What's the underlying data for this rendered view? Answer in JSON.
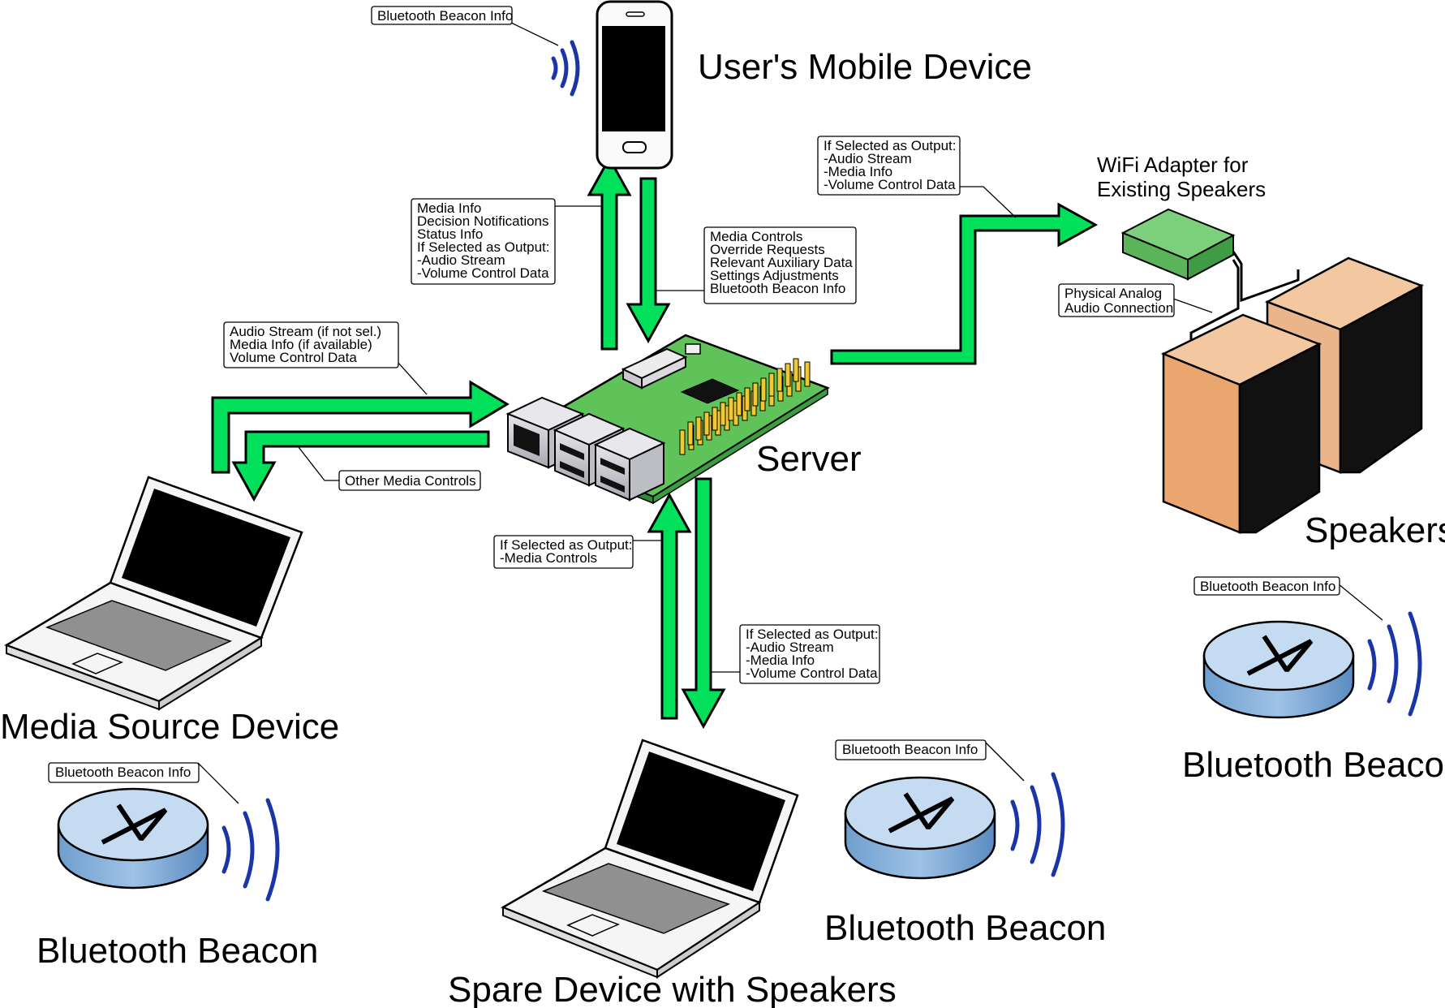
{
  "labels": {
    "mobile": "User's Mobile Device",
    "server": "Server",
    "wifi_adapter_line1": "WiFi Adapter for",
    "wifi_adapter_line2": "Existing Speakers",
    "speakers": "Speakers",
    "media_source": "Media Source Device",
    "spare_device": "Spare Device with Speakers",
    "beacon_left": "Bluetooth Beacon",
    "beacon_middle": "Bluetooth Beacon",
    "beacon_right": "Bluetooth Beacon"
  },
  "callouts": {
    "phone_beacon": [
      "Bluetooth Beacon Info"
    ],
    "server_to_phone": [
      "Media Info",
      "Decision Notifications",
      "Status Info",
      "If Selected as Output:",
      "-Audio Stream",
      "-Volume Control Data"
    ],
    "phone_to_server": [
      "Media Controls",
      "Override Requests",
      "Relevant Auxiliary Data",
      "Settings Adjustments",
      "Bluetooth Beacon Info"
    ],
    "server_to_wifi": [
      "If Selected as Output:",
      "-Audio Stream",
      "-Media Info",
      "-Volume Control Data"
    ],
    "analog": [
      "Physical Analog",
      "Audio Connection"
    ],
    "source_to_server": [
      "Audio Stream (if not sel.)",
      "Media Info (if available)",
      "Volume Control Data"
    ],
    "server_to_source": [
      "Other Media Controls"
    ],
    "spare_to_server": [
      "If Selected as Output:",
      "-Media Controls"
    ],
    "server_to_spare": [
      "If Selected as Output:",
      "-Audio Stream",
      "-Media Info",
      "-Volume Control Data"
    ],
    "beacon_left_info": [
      "Bluetooth Beacon Info"
    ],
    "beacon_middle_info": [
      "Bluetooth Beacon Info"
    ],
    "beacon_right_info": [
      "Bluetooth Beacon Info"
    ]
  },
  "colors": {
    "arrow_green": "#00e05a",
    "board_green": "#5fc35a",
    "wave_blue": "#1a35a8",
    "beacon_blue": "#b8d3ec",
    "speaker_front": "#e9a76f",
    "speaker_top": "#f2c7a0",
    "wifi_adapter": "#6cc46c"
  }
}
